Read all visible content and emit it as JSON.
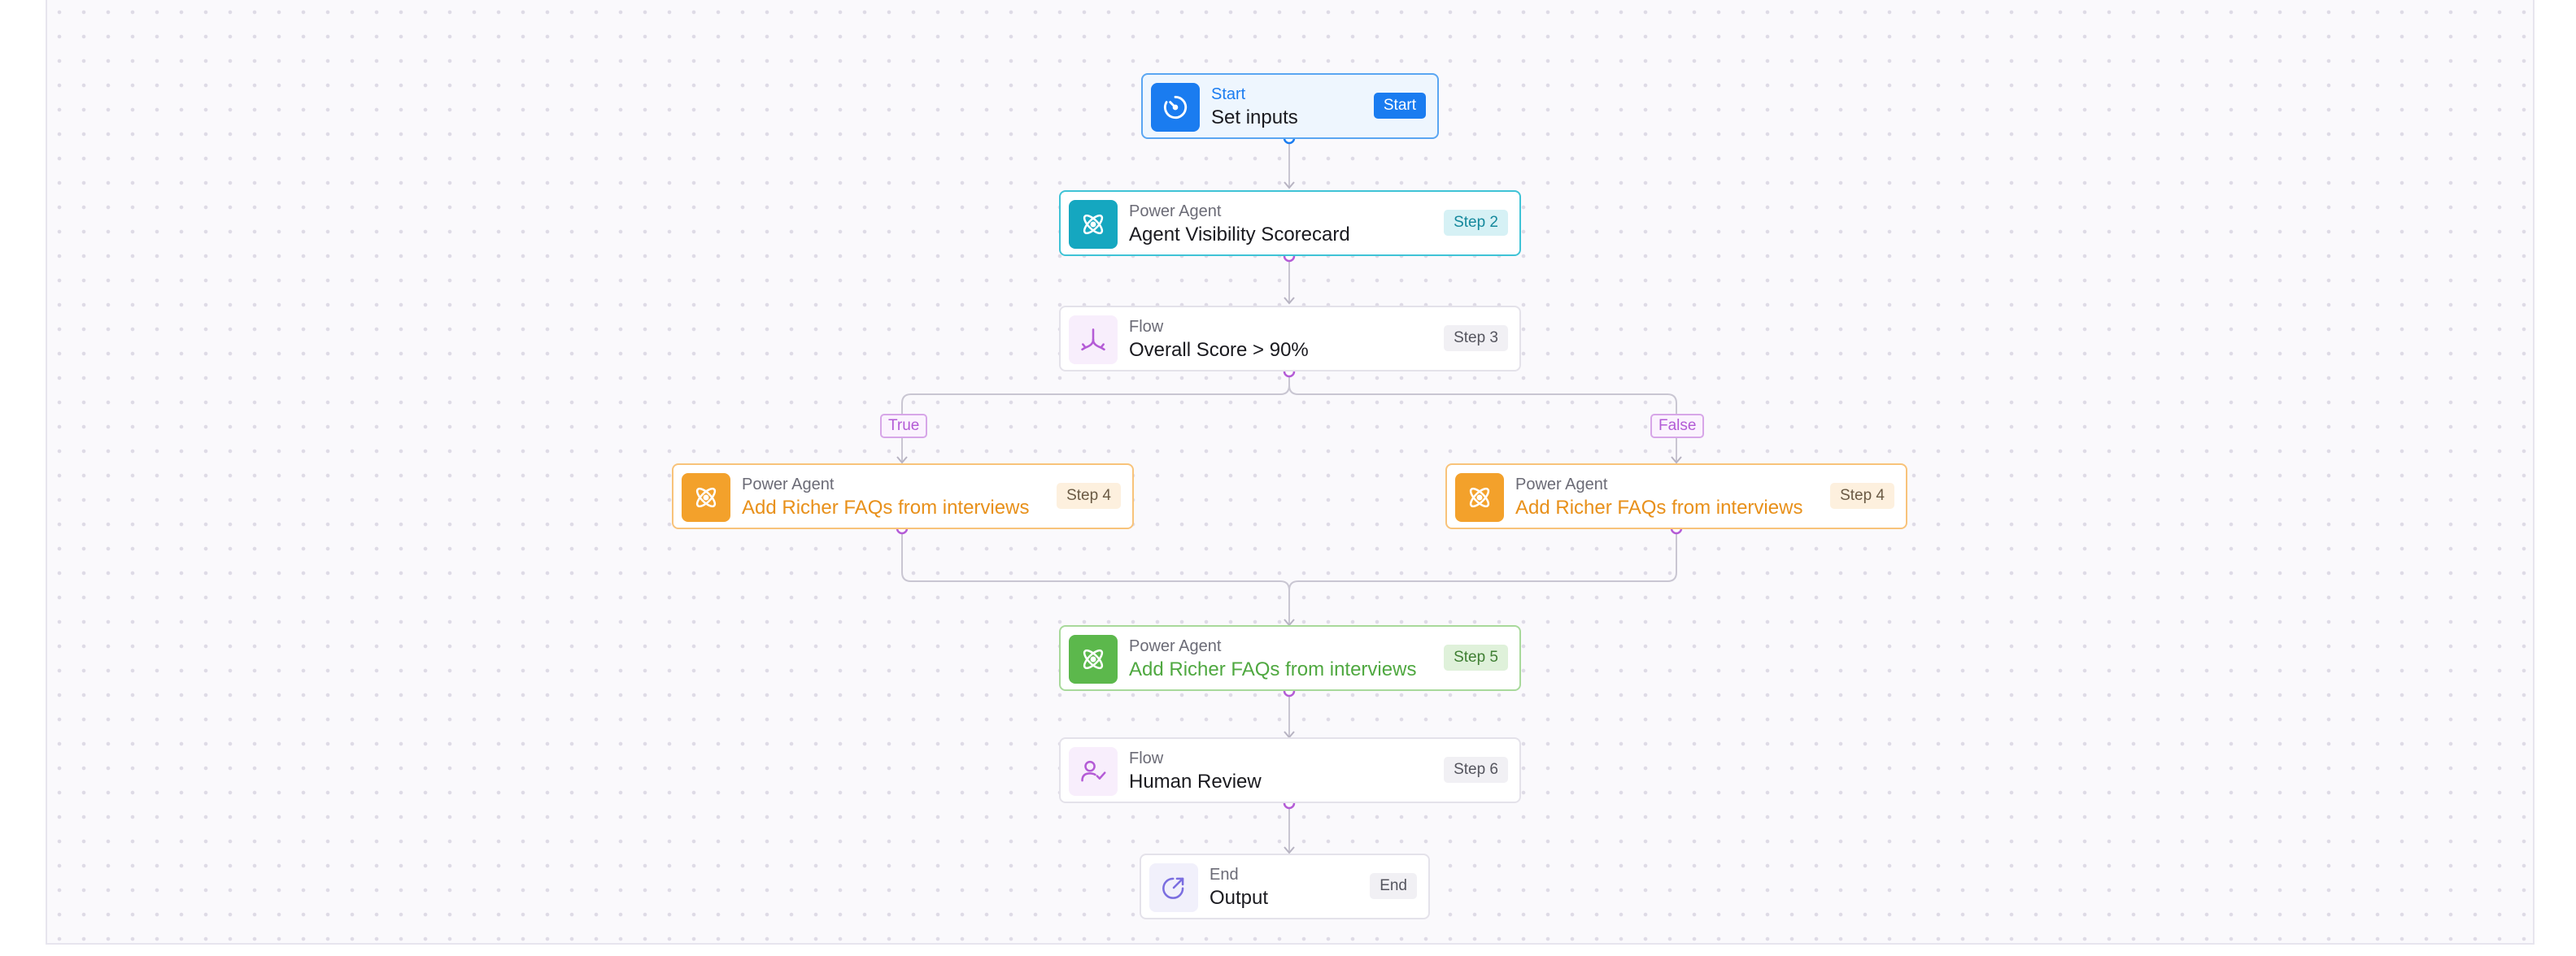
{
  "colors": {
    "start": "#1a7cf0",
    "agent_teal": "#15a7c0",
    "flow_purple": "#b45bd6",
    "agent_orange": "#f3a12b",
    "agent_green": "#5cb84c",
    "end_purple": "#7b6ee0"
  },
  "nodes": {
    "start": {
      "type": "Start",
      "title": "Set inputs",
      "badge": "Start",
      "icon": "gauge-icon"
    },
    "step2": {
      "type": "Power Agent",
      "title": "Agent Visibility Scorecard",
      "badge": "Step 2",
      "icon": "atom-icon"
    },
    "step3": {
      "type": "Flow",
      "title": "Overall Score > 90%",
      "badge": "Step 3",
      "icon": "split-arrows-icon"
    },
    "step4_true": {
      "type": "Power Agent",
      "title": "Add Richer FAQs from interviews",
      "badge": "Step 4",
      "icon": "atom-icon"
    },
    "step4_false": {
      "type": "Power Agent",
      "title": "Add Richer FAQs from interviews",
      "badge": "Step 4",
      "icon": "atom-icon"
    },
    "step5": {
      "type": "Power Agent",
      "title": "Add Richer FAQs from interviews",
      "badge": "Step 5",
      "icon": "atom-icon"
    },
    "step6": {
      "type": "Flow",
      "title": "Human Review",
      "badge": "Step 6",
      "icon": "user-check-icon"
    },
    "end": {
      "type": "End",
      "title": "Output",
      "badge": "End",
      "icon": "export-icon"
    }
  },
  "branches": {
    "true_label": "True",
    "false_label": "False"
  }
}
